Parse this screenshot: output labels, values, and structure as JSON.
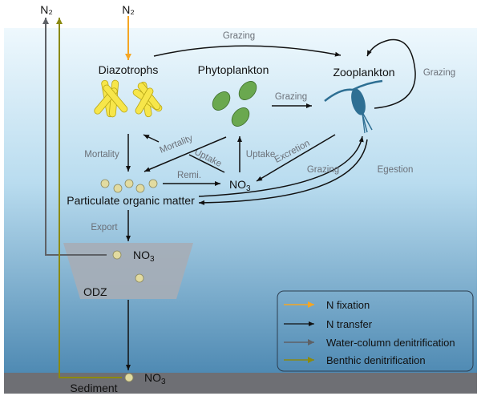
{
  "colors": {
    "n_fixation": "#f5a623",
    "n_transfer": "#111111",
    "water_column_denitrification": "#5e6166",
    "benthic_denitrification": "#8b8a10",
    "water_top": "#eef8fd",
    "water_bottom": "#4f8ab3",
    "sediment": "#6e6f74",
    "odz": "#a6adb6",
    "particle": "#e2dba0",
    "diazotroph": "#f7e64a",
    "phytoplankton": "#6aa84f",
    "zooplankton": "#2e6f93"
  },
  "atmosphere": {
    "n2_left": "N₂",
    "n2_center": "N₂"
  },
  "nodes": {
    "diazotrophs": "Diazotrophs",
    "phytoplankton": "Phytoplankton",
    "zooplankton": "Zooplankton",
    "particulate_organic_matter": "Particulate organic matter",
    "no3_surface": "NO",
    "no3_odz": "NO",
    "no3_sediment": "NO",
    "no3_subscript": "3",
    "odz": "ODZ",
    "sediment": "Sediment"
  },
  "flows": {
    "grazing_top": "Grazing",
    "grazing_phyto_zoo": "Grazing",
    "grazing_self": "Grazing",
    "grazing_pom": "Grazing",
    "mortality_diazo": "Mortality",
    "mortality_phyto": "Mortality",
    "uptake_diazo": "Uptake",
    "uptake_phyto": "Uptake",
    "remineralization": "Remi.",
    "excretion": "Excretion",
    "egestion": "Egestion",
    "export": "Export"
  },
  "legend": {
    "items": [
      {
        "label": "N fixation"
      },
      {
        "label": "N transfer"
      },
      {
        "label": "Water-column denitrification"
      },
      {
        "label": "Benthic denitrification"
      }
    ]
  }
}
